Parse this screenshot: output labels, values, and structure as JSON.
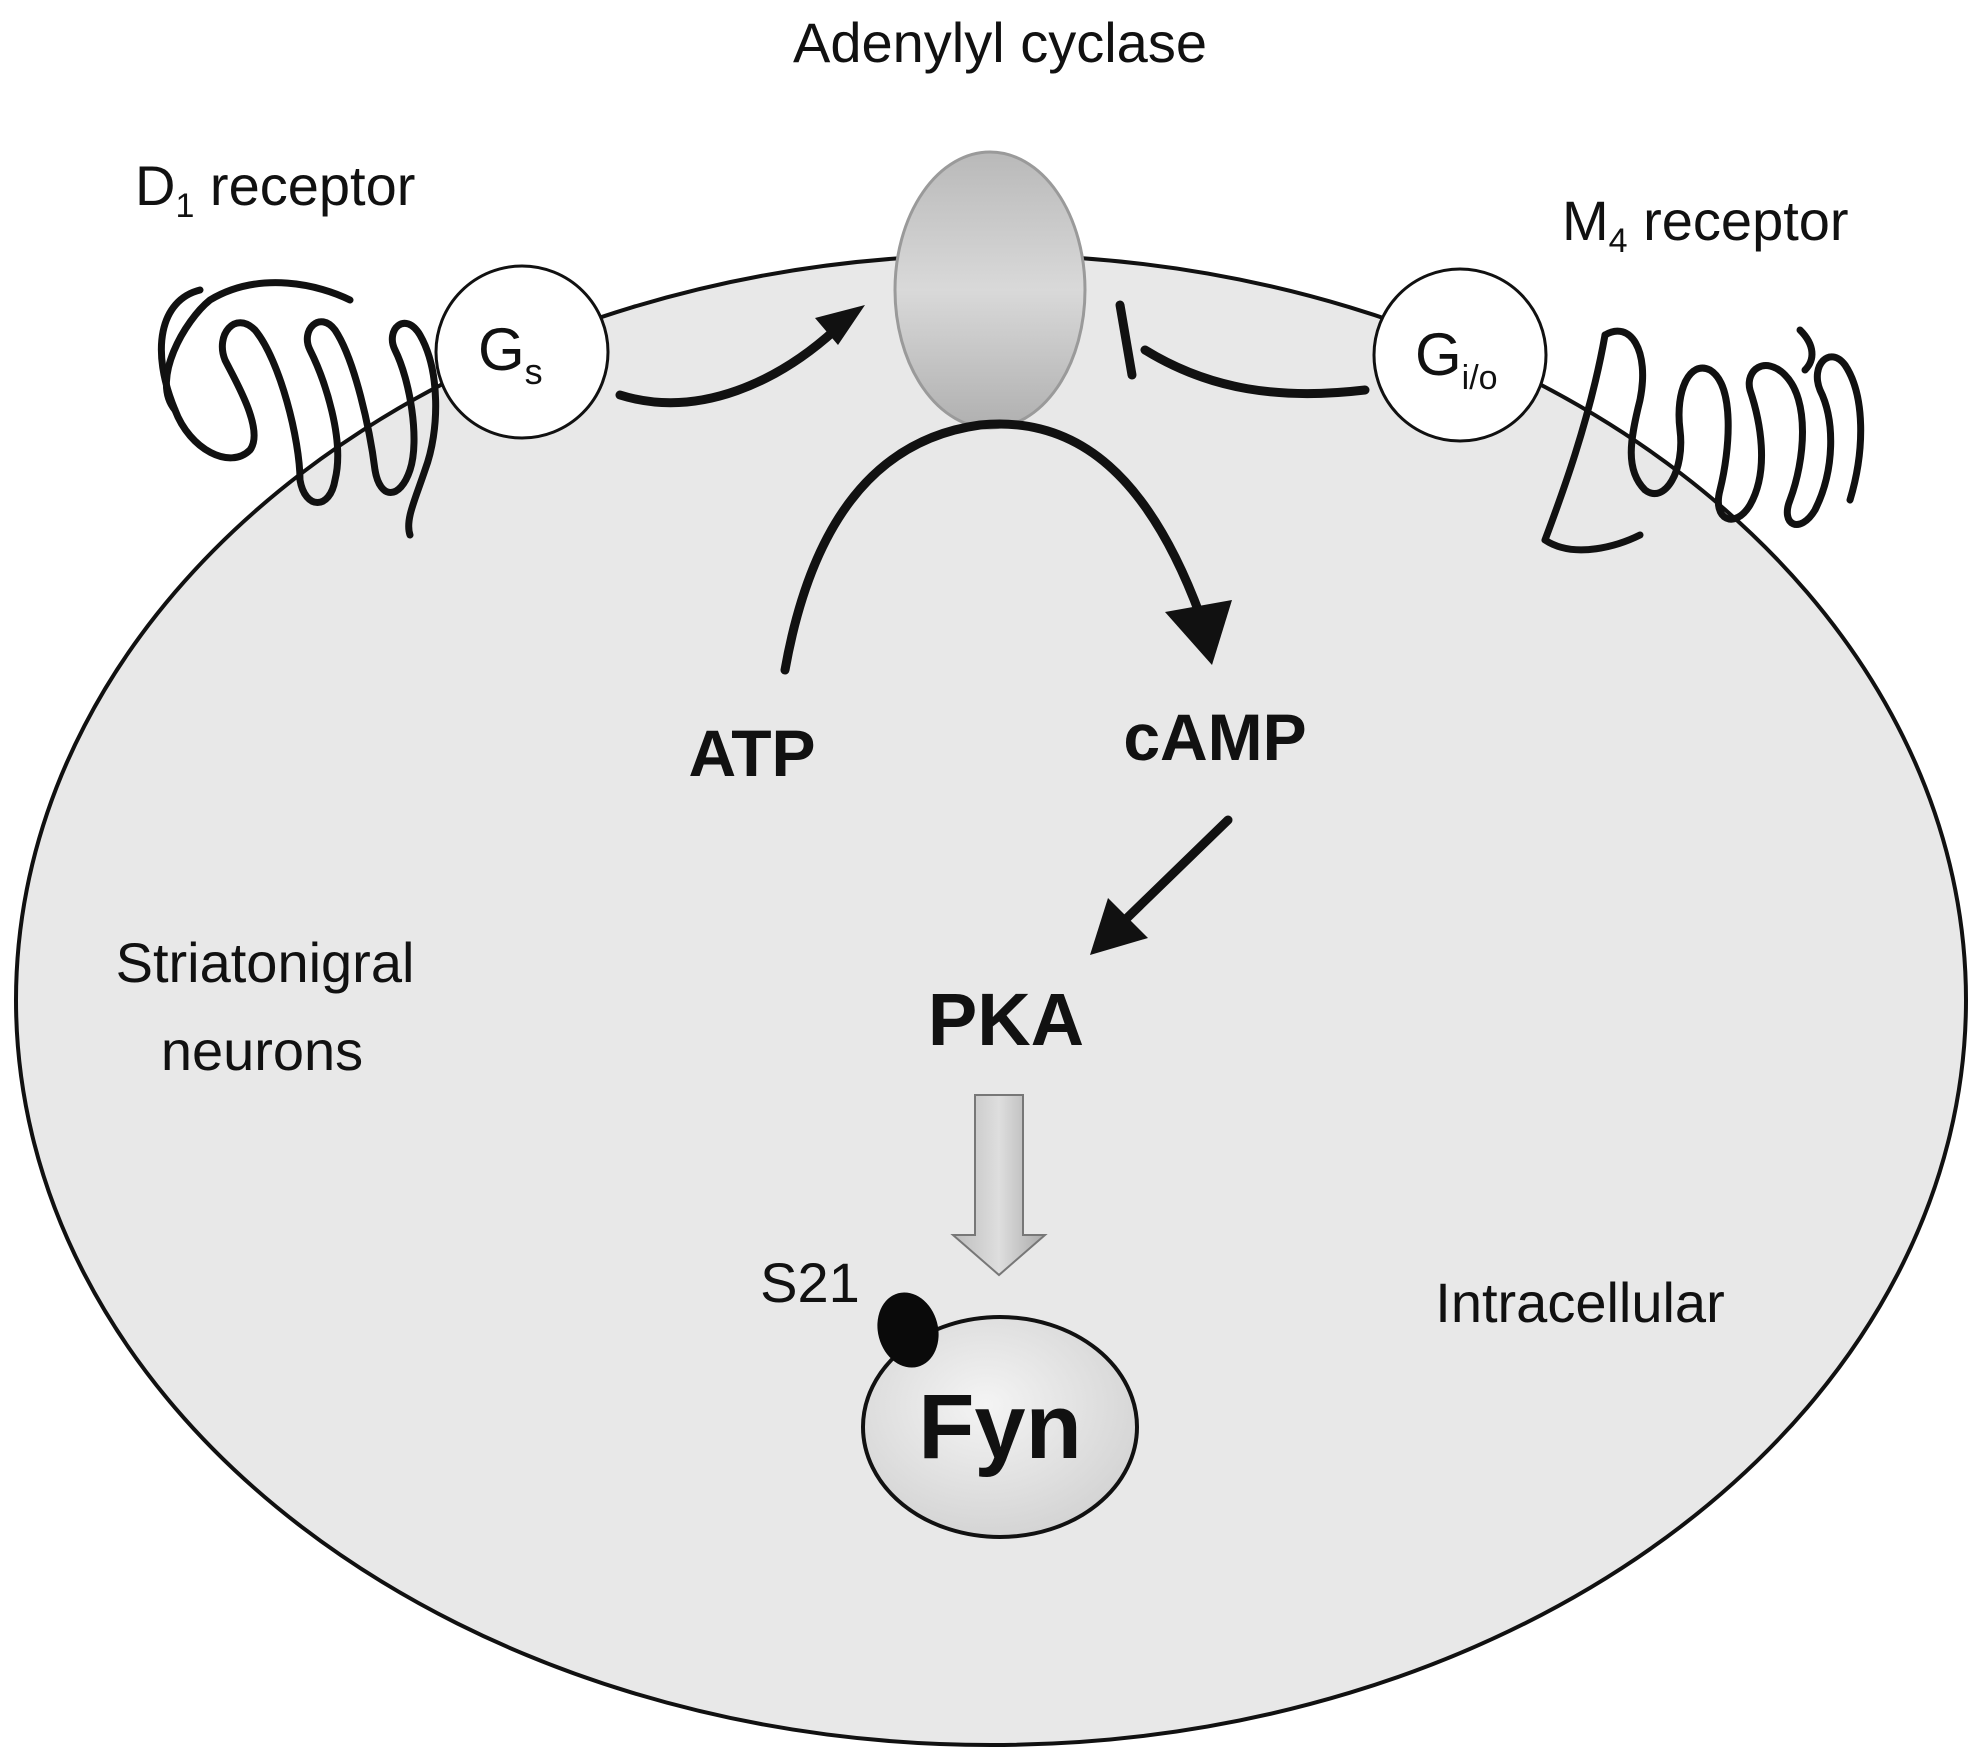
{
  "labels": {
    "adenylyl_cyclase": "Adenylyl cyclase",
    "d1_main": "D",
    "d1_sub": "1",
    "d1_rest": " receptor",
    "m4_main": "M",
    "m4_sub": "4",
    "m4_rest": " receptor",
    "gs_main": "G",
    "gs_sub": "s",
    "gio_main": "G",
    "gio_sub": "i/o",
    "atp": "ATP",
    "camp": "cAMP",
    "pka": "PKA",
    "s21": "S21",
    "fyn": "Fyn",
    "striatonigral_line1": "Striatonigral",
    "striatonigral_line2": "neurons",
    "intracellular": "Intracellular"
  },
  "colors": {
    "cell_fill": "#e8e8e8",
    "cyclase_fill": "#c4c4c4",
    "fyn_fill": "#e2e2e2",
    "pka_arrow_fill": "#c8c8c8",
    "outline": "#111111"
  }
}
